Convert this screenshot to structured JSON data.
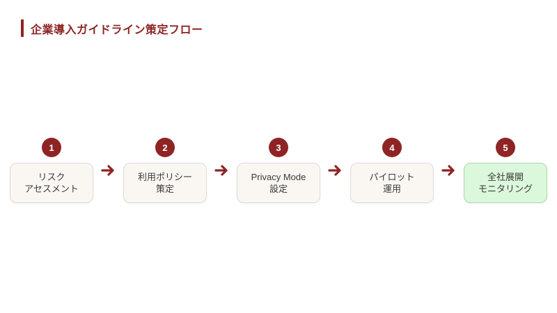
{
  "header": {
    "title": "企業導入ガイドライン策定フロー",
    "accent_color": "#8E2424"
  },
  "flow": {
    "steps": [
      {
        "number": "1",
        "line1": "リスク",
        "line2": "アセスメント",
        "highlighted": false
      },
      {
        "number": "2",
        "line1": "利用ポリシー",
        "line2": "策定",
        "highlighted": false
      },
      {
        "number": "3",
        "line1": "Privacy Mode",
        "line2": "設定",
        "highlighted": false
      },
      {
        "number": "4",
        "line1": "パイロット",
        "line2": "運用",
        "highlighted": false
      },
      {
        "number": "5",
        "line1": "全社展開",
        "line2": "モニタリング",
        "highlighted": true
      }
    ],
    "arrow_icon": "arrow-right",
    "colors": {
      "badge_bg": "#8E2424",
      "badge_text": "#FFFFFF",
      "arrow": "#8E2424",
      "box_bg": "#FAF7F3",
      "box_border": "#DFD9D3",
      "box_text": "#3A3A3A",
      "highlight_bg": "#DCF8DC",
      "highlight_border": "#A8D8A8"
    }
  }
}
